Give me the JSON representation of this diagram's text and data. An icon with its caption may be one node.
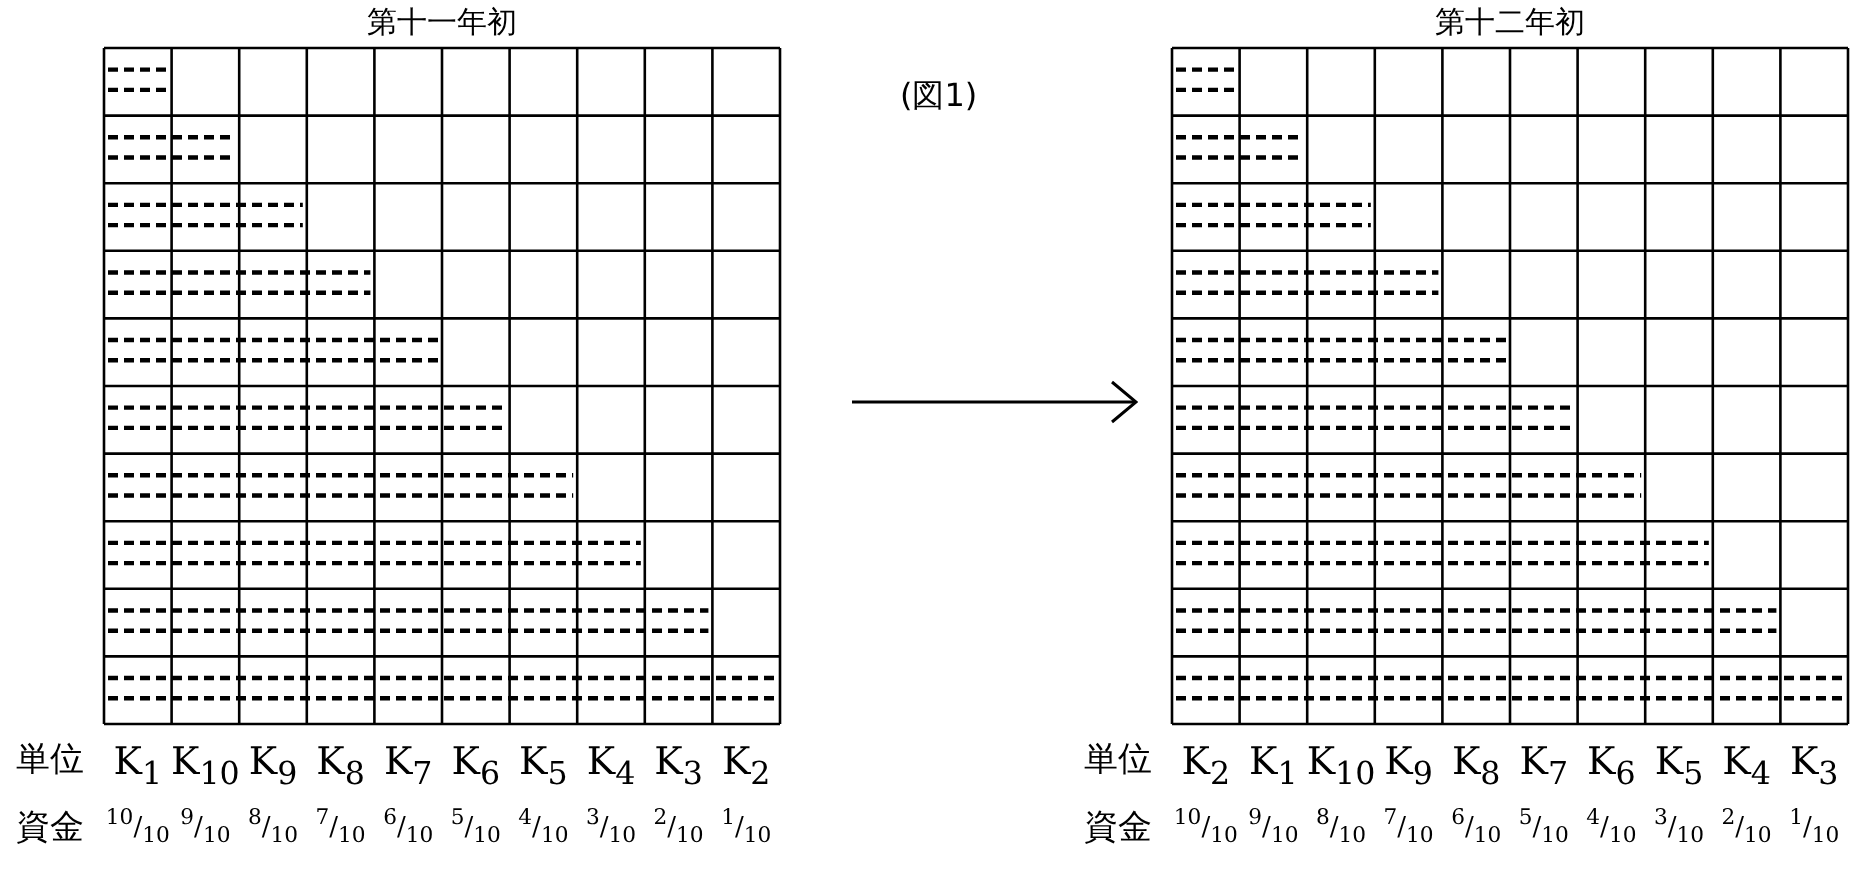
{
  "diagram": {
    "nodes": [
      {
        "text": [
          "第十一年初"
        ]
      },
      {
        "text": [
          "第十二年初"
        ]
      }
    ],
    "edges": [
      {
        "from": 0,
        "to": 1,
        "arrow": "to"
      }
    ],
    "labels": [
      "(図1)",
      "単位",
      "K$_{1}$",
      "K$_{10}$",
      "K$_{9}$",
      "K$_{8}$",
      "K$_{7}$",
      "K$_{6}$",
      "K$_{5}$",
      "K$_{4}$",
      "K$_{3}$",
      "K$_{2}$",
      "単位",
      "K$_{2}$",
      "K$_{1}$",
      "K$_{10}$",
      "K$_{9}$",
      "K$_{8}$",
      "K$_{7}$",
      "K$_{6}$",
      "K$_{5}$",
      "K$_{4}$",
      "K$_{3}$",
      "資金",
      "$^{10}$/$_{10}$",
      "$^{9}$/$_{10}$",
      "$^{8}$/$_{10}$",
      "$^{7}$/$_{10}$",
      "$^{6}$/$_{10}$",
      "$^{5}$/$_{10}$",
      "$^{4}$/$_{10}$",
      "$^{3}$/$_{10}$",
      "$^{2}$/$_{10}$",
      "$^{1}$/$_{10}$",
      "資金",
      "$^{10}$/$_{10}$",
      "$^{9}$/$_{10}$",
      "$^{8}$/$_{10}$",
      "$^{7}$/$_{10}$",
      "$^{6}$/$_{10}$",
      "$^{5}$/$_{10}$",
      "$^{4}$/$_{10}$",
      "$^{3}$/$_{10}$",
      "$^{2}$/$_{10}$",
      "$^{1}$/$_{10}$"
    ]
  }
}
